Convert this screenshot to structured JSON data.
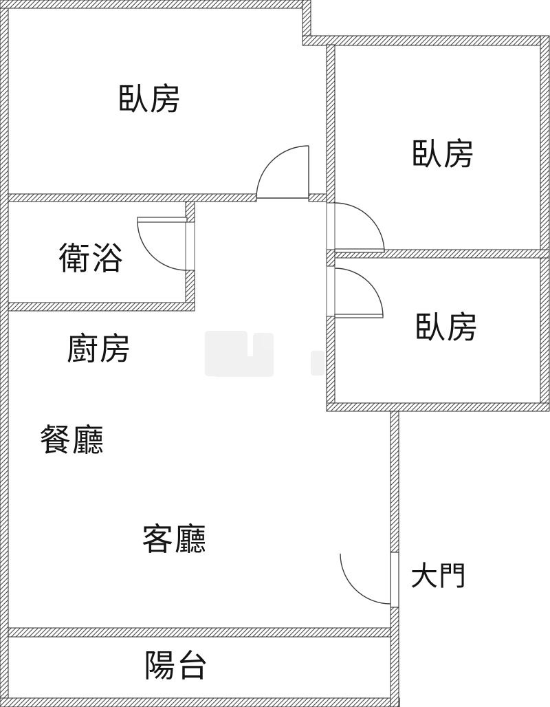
{
  "floorplan": {
    "colors": {
      "background": "#ffffff",
      "wall_hatch": "#4a4a4a",
      "wall_outline": "#2f2f2f",
      "label_text": "#141414"
    },
    "rooms": [
      {
        "id": "bedroom-top-left",
        "label": "臥房"
      },
      {
        "id": "bedroom-top-right",
        "label": "臥房"
      },
      {
        "id": "bedroom-middle-right",
        "label": "臥房"
      },
      {
        "id": "bathroom",
        "label": "衛浴"
      },
      {
        "id": "kitchen",
        "label": "廚房"
      },
      {
        "id": "dining-room",
        "label": "餐廳"
      },
      {
        "id": "living-room",
        "label": "客廳"
      },
      {
        "id": "balcony",
        "label": "陽台"
      }
    ],
    "entrance": {
      "label": "大門"
    }
  }
}
